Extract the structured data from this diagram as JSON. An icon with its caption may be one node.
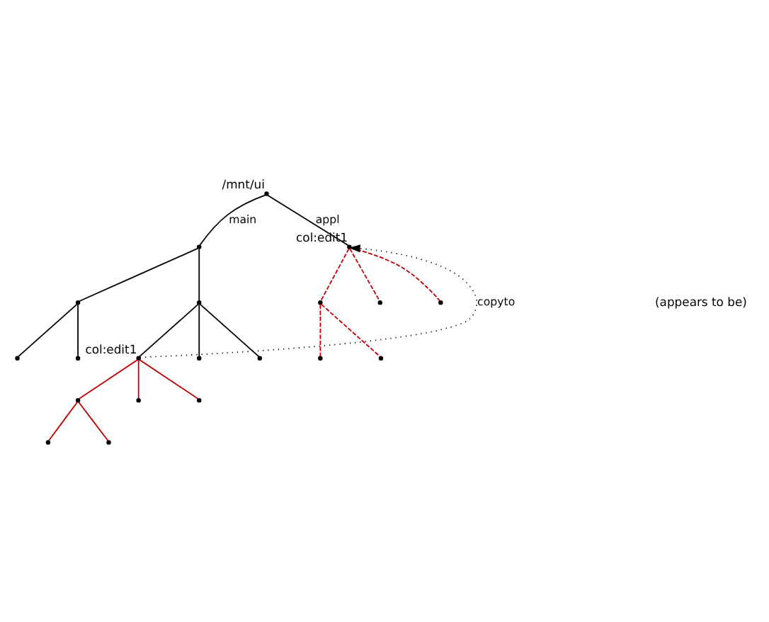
{
  "diagram": {
    "nodes": [
      {
        "text": [],
        "shape": "point",
        "beside": [
          "/mnt/ui"
        ]
      },
      {
        "text": [],
        "shape": "point"
      },
      {
        "text": [],
        "shape": "point",
        "beside": [
          "col:edit1"
        ]
      },
      {
        "text": [],
        "shape": "point"
      },
      {
        "text": [],
        "shape": "point"
      },
      {
        "text": [],
        "shape": "point"
      },
      {
        "text": [],
        "shape": "point"
      },
      {
        "text": [],
        "shape": "point",
        "beside": [
          "col:edit1"
        ]
      },
      {
        "text": [],
        "shape": "point"
      },
      {
        "text": [],
        "shape": "point"
      },
      {
        "text": [],
        "shape": "point"
      },
      {
        "text": [],
        "shape": "point"
      },
      {
        "text": [],
        "shape": "point"
      },
      {
        "text": [],
        "shape": "point"
      },
      {
        "text": [],
        "shape": "point"
      },
      {
        "text": [],
        "shape": "point"
      },
      {
        "text": [],
        "shape": "point"
      },
      {
        "text": [],
        "shape": "point"
      },
      {
        "text": [],
        "shape": "point"
      },
      {
        "text": [],
        "shape": "point"
      }
    ],
    "edges": [
      {
        "from": 0,
        "to": 1,
        "arrow": "none",
        "label": "main"
      },
      {
        "from": 0,
        "to": 2,
        "arrow": "none",
        "label": "appl"
      },
      {
        "from": 1,
        "to": 3,
        "arrow": "none"
      },
      {
        "from": 1,
        "to": 4,
        "arrow": "none"
      },
      {
        "from": 3,
        "to": 5,
        "arrow": "none"
      },
      {
        "from": 3,
        "to": 6,
        "arrow": "none"
      },
      {
        "from": 4,
        "to": 7,
        "arrow": "none"
      },
      {
        "from": 4,
        "to": 8,
        "arrow": "none"
      },
      {
        "from": 4,
        "to": 9,
        "arrow": "none"
      },
      {
        "from": 7,
        "to": 10,
        "arrow": "none",
        "color": "#c00000"
      },
      {
        "from": 7,
        "to": 11,
        "arrow": "none",
        "color": "#c00000"
      },
      {
        "from": 7,
        "to": 12,
        "arrow": "none",
        "color": "#c00000"
      },
      {
        "from": 10,
        "to": 13,
        "arrow": "none",
        "color": "#c00000"
      },
      {
        "from": 10,
        "to": 14,
        "arrow": "none",
        "color": "#c00000"
      },
      {
        "from": 2,
        "to": 15,
        "arrow": "none",
        "style": "dashed",
        "color": "#c00000"
      },
      {
        "from": 2,
        "to": 16,
        "arrow": "none",
        "style": "dashed",
        "color": "#c00000"
      },
      {
        "from": 2,
        "to": 17,
        "arrow": "none",
        "style": "dashed",
        "color": "#c00000"
      },
      {
        "from": 15,
        "to": 18,
        "arrow": "none",
        "style": "dashed",
        "color": "#c00000"
      },
      {
        "from": 15,
        "to": 19,
        "arrow": "none",
        "style": "dashed",
        "color": "#c00000"
      },
      {
        "from": 7,
        "to": 2,
        "arrow": "to",
        "style": "dashed",
        "label": "copyto"
      }
    ],
    "labels": [
      "(appears to be)"
    ]
  }
}
